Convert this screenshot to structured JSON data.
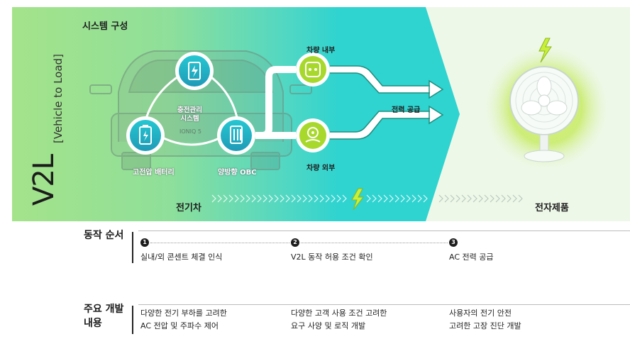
{
  "vertical_title": {
    "main": "V2L",
    "sub": "[Vehicle to Load]"
  },
  "system_title": "시스템 구성",
  "components": {
    "charge_mgmt_line1": "충전관리",
    "charge_mgmt_line2": "시스템",
    "battery": "고전압 배터리",
    "obc": "양방향 OBC",
    "car_badge": "IONIQ 5"
  },
  "outlets": {
    "inside": "차량 내부",
    "outside": "차량 외부"
  },
  "supply_label": "전력 공급",
  "ev_label": "전기차",
  "appliance_label": "전자제품",
  "rows": {
    "sequence": {
      "title": "동작 순서",
      "steps": [
        {
          "num": "1",
          "text": "실내/외 콘센트 체결 인식"
        },
        {
          "num": "2",
          "text": "V2L 동작 허용 조건 확인"
        },
        {
          "num": "3",
          "text": "AC 전력 공급"
        }
      ]
    },
    "development": {
      "title_line1": "주요 개발",
      "title_line2": "내용",
      "items": [
        {
          "line1": "다양한 전기 부하를 고려한",
          "line2": "AC 전압 및 주파수 제어"
        },
        {
          "line1": "다양한 고객 사용 조건 고려한",
          "line2": "요구 사양 및 로직 개발"
        },
        {
          "line1": "사용자의 전기 안전",
          "line2": "고려한 고장 진단 개발"
        }
      ]
    }
  },
  "colors": {
    "green": "#9fe08a",
    "teal": "#2fd3cf",
    "lime": "#a8d82c",
    "arrow_dark": "#1f8e7f"
  }
}
